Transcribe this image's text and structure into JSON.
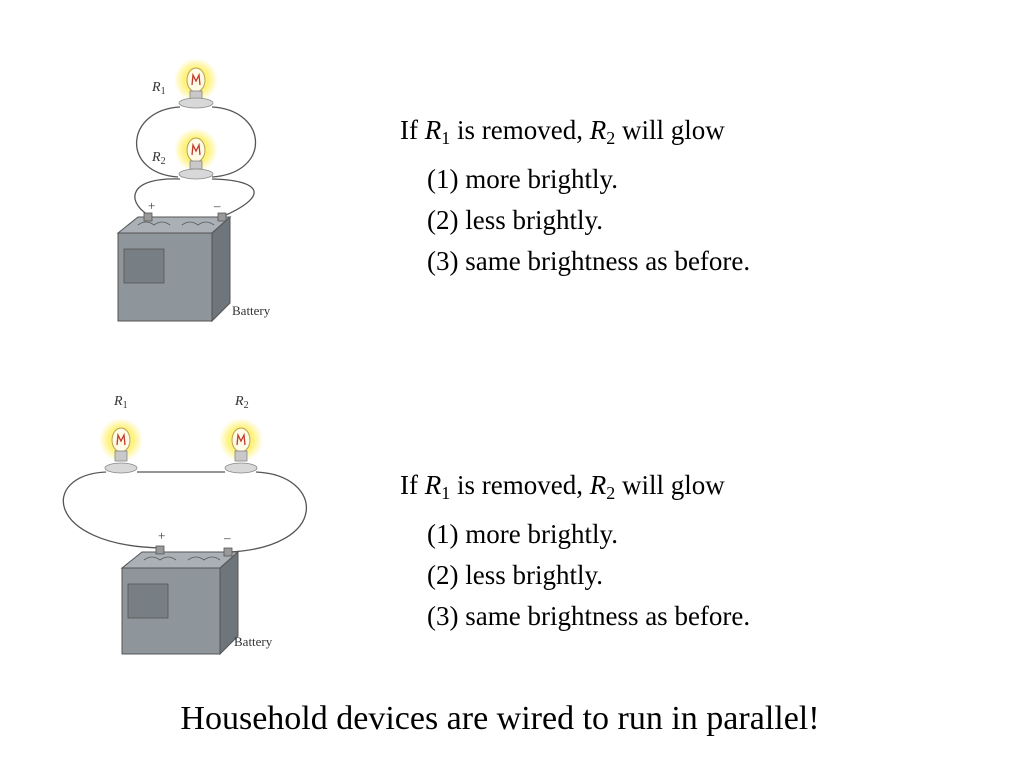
{
  "colors": {
    "background": "#ffffff",
    "text": "#000000",
    "battery_body": "#8e959b",
    "battery_dark": "#6e757b",
    "glow": "#fff27a",
    "filament": "#c0392b",
    "wire": "#555555"
  },
  "top_diagram": {
    "label_r1_var": "R",
    "label_r1_sub": "1",
    "label_r2_var": "R",
    "label_r2_sub": "2",
    "plus": "+",
    "minus": "–",
    "battery_label": "Battery",
    "wiring": "parallel"
  },
  "bottom_diagram": {
    "label_r1_var": "R",
    "label_r1_sub": "1",
    "label_r2_var": "R",
    "label_r2_sub": "2",
    "plus": "+",
    "minus": "–",
    "battery_label": "Battery",
    "wiring": "series"
  },
  "question_top": {
    "prefix": "If ",
    "r1_var": "R",
    "r1_sub": "1",
    "middle": " is removed, ",
    "r2_var": "R",
    "r2_sub": "2",
    "suffix": " will glow",
    "options": [
      "(1) more brightly.",
      "(2) less brightly.",
      "(3) same brightness as before."
    ]
  },
  "question_bottom": {
    "prefix": "If ",
    "r1_var": "R",
    "r1_sub": "1",
    "middle": " is removed, ",
    "r2_var": "R",
    "r2_sub": "2",
    "suffix": " will glow",
    "options": [
      "(1) more brightly.",
      "(2) less brightly.",
      "(3) same brightness as before."
    ]
  },
  "footer": "Household devices are wired to run in parallel!"
}
